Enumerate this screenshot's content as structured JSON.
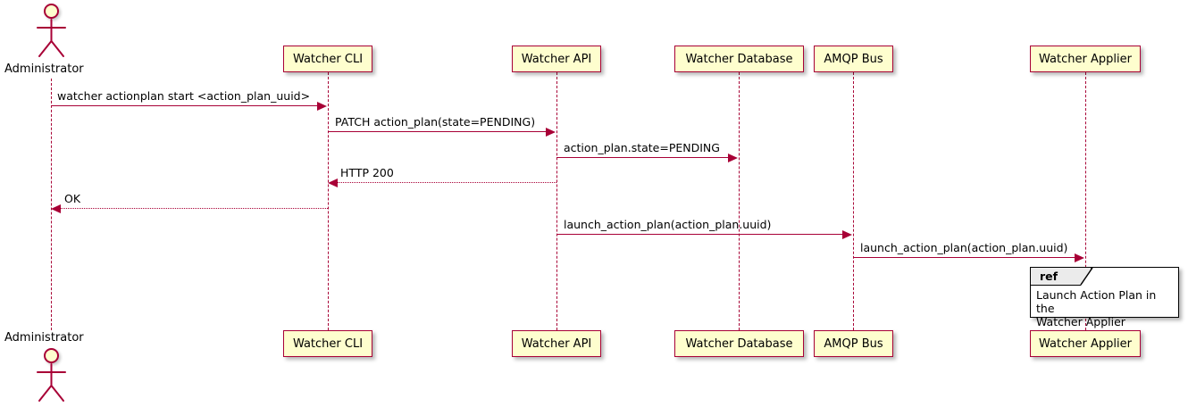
{
  "diagram": {
    "type": "uml-sequence-diagram",
    "colors": {
      "participant_fill": "#FEFECE",
      "participant_border": "#A80036",
      "arrow": "#A80036",
      "lifeline": "#A80036",
      "note_fill": "#FFFFFF",
      "note_border": "#000000",
      "ref_tab_fill": "#EBEBEB",
      "text": "#000000",
      "background": "#FFFFFF"
    },
    "actors": [
      {
        "name": "administrator",
        "label": "Administrator",
        "kind": "actor"
      }
    ],
    "participants": [
      {
        "name": "watcher-cli",
        "label": "Watcher CLI"
      },
      {
        "name": "watcher-api",
        "label": "Watcher API"
      },
      {
        "name": "watcher-database",
        "label": "Watcher Database"
      },
      {
        "name": "amqp-bus",
        "label": "AMQP Bus"
      },
      {
        "name": "watcher-applier",
        "label": "Watcher Applier"
      }
    ],
    "messages": [
      {
        "name": "message-watcher-actionplan-start",
        "label": "watcher actionplan start <action_plan_uuid>",
        "from": "Administrator",
        "to": "Watcher CLI",
        "direction": "right",
        "style": "solid"
      },
      {
        "name": "message-patch-action-plan",
        "label": "PATCH action_plan(state=PENDING)",
        "from": "Watcher CLI",
        "to": "Watcher API",
        "direction": "right",
        "style": "solid"
      },
      {
        "name": "message-action-plan-state-pending",
        "label": "action_plan.state=PENDING",
        "from": "Watcher API",
        "to": "Watcher Database",
        "direction": "right",
        "style": "solid"
      },
      {
        "name": "message-http-200",
        "label": "HTTP 200",
        "from": "Watcher API",
        "to": "Watcher CLI",
        "direction": "left",
        "style": "dotted"
      },
      {
        "name": "message-ok",
        "label": "OK",
        "from": "Watcher CLI",
        "to": "Administrator",
        "direction": "left",
        "style": "dotted"
      },
      {
        "name": "message-launch-action-plan-bus",
        "label": "launch_action_plan(action_plan.uuid)",
        "from": "Watcher API",
        "to": "AMQP Bus",
        "direction": "right",
        "style": "solid"
      },
      {
        "name": "message-launch-action-plan-applier",
        "label": "launch_action_plan(action_plan.uuid)",
        "from": "AMQP Bus",
        "to": "Watcher Applier",
        "direction": "right",
        "style": "solid"
      }
    ],
    "ref_fragment": {
      "name": "ref-fragment-launch-action-plan",
      "tab_label": "ref",
      "line1": "Launch Action Plan in the",
      "line2": "Watcher Applier"
    }
  }
}
